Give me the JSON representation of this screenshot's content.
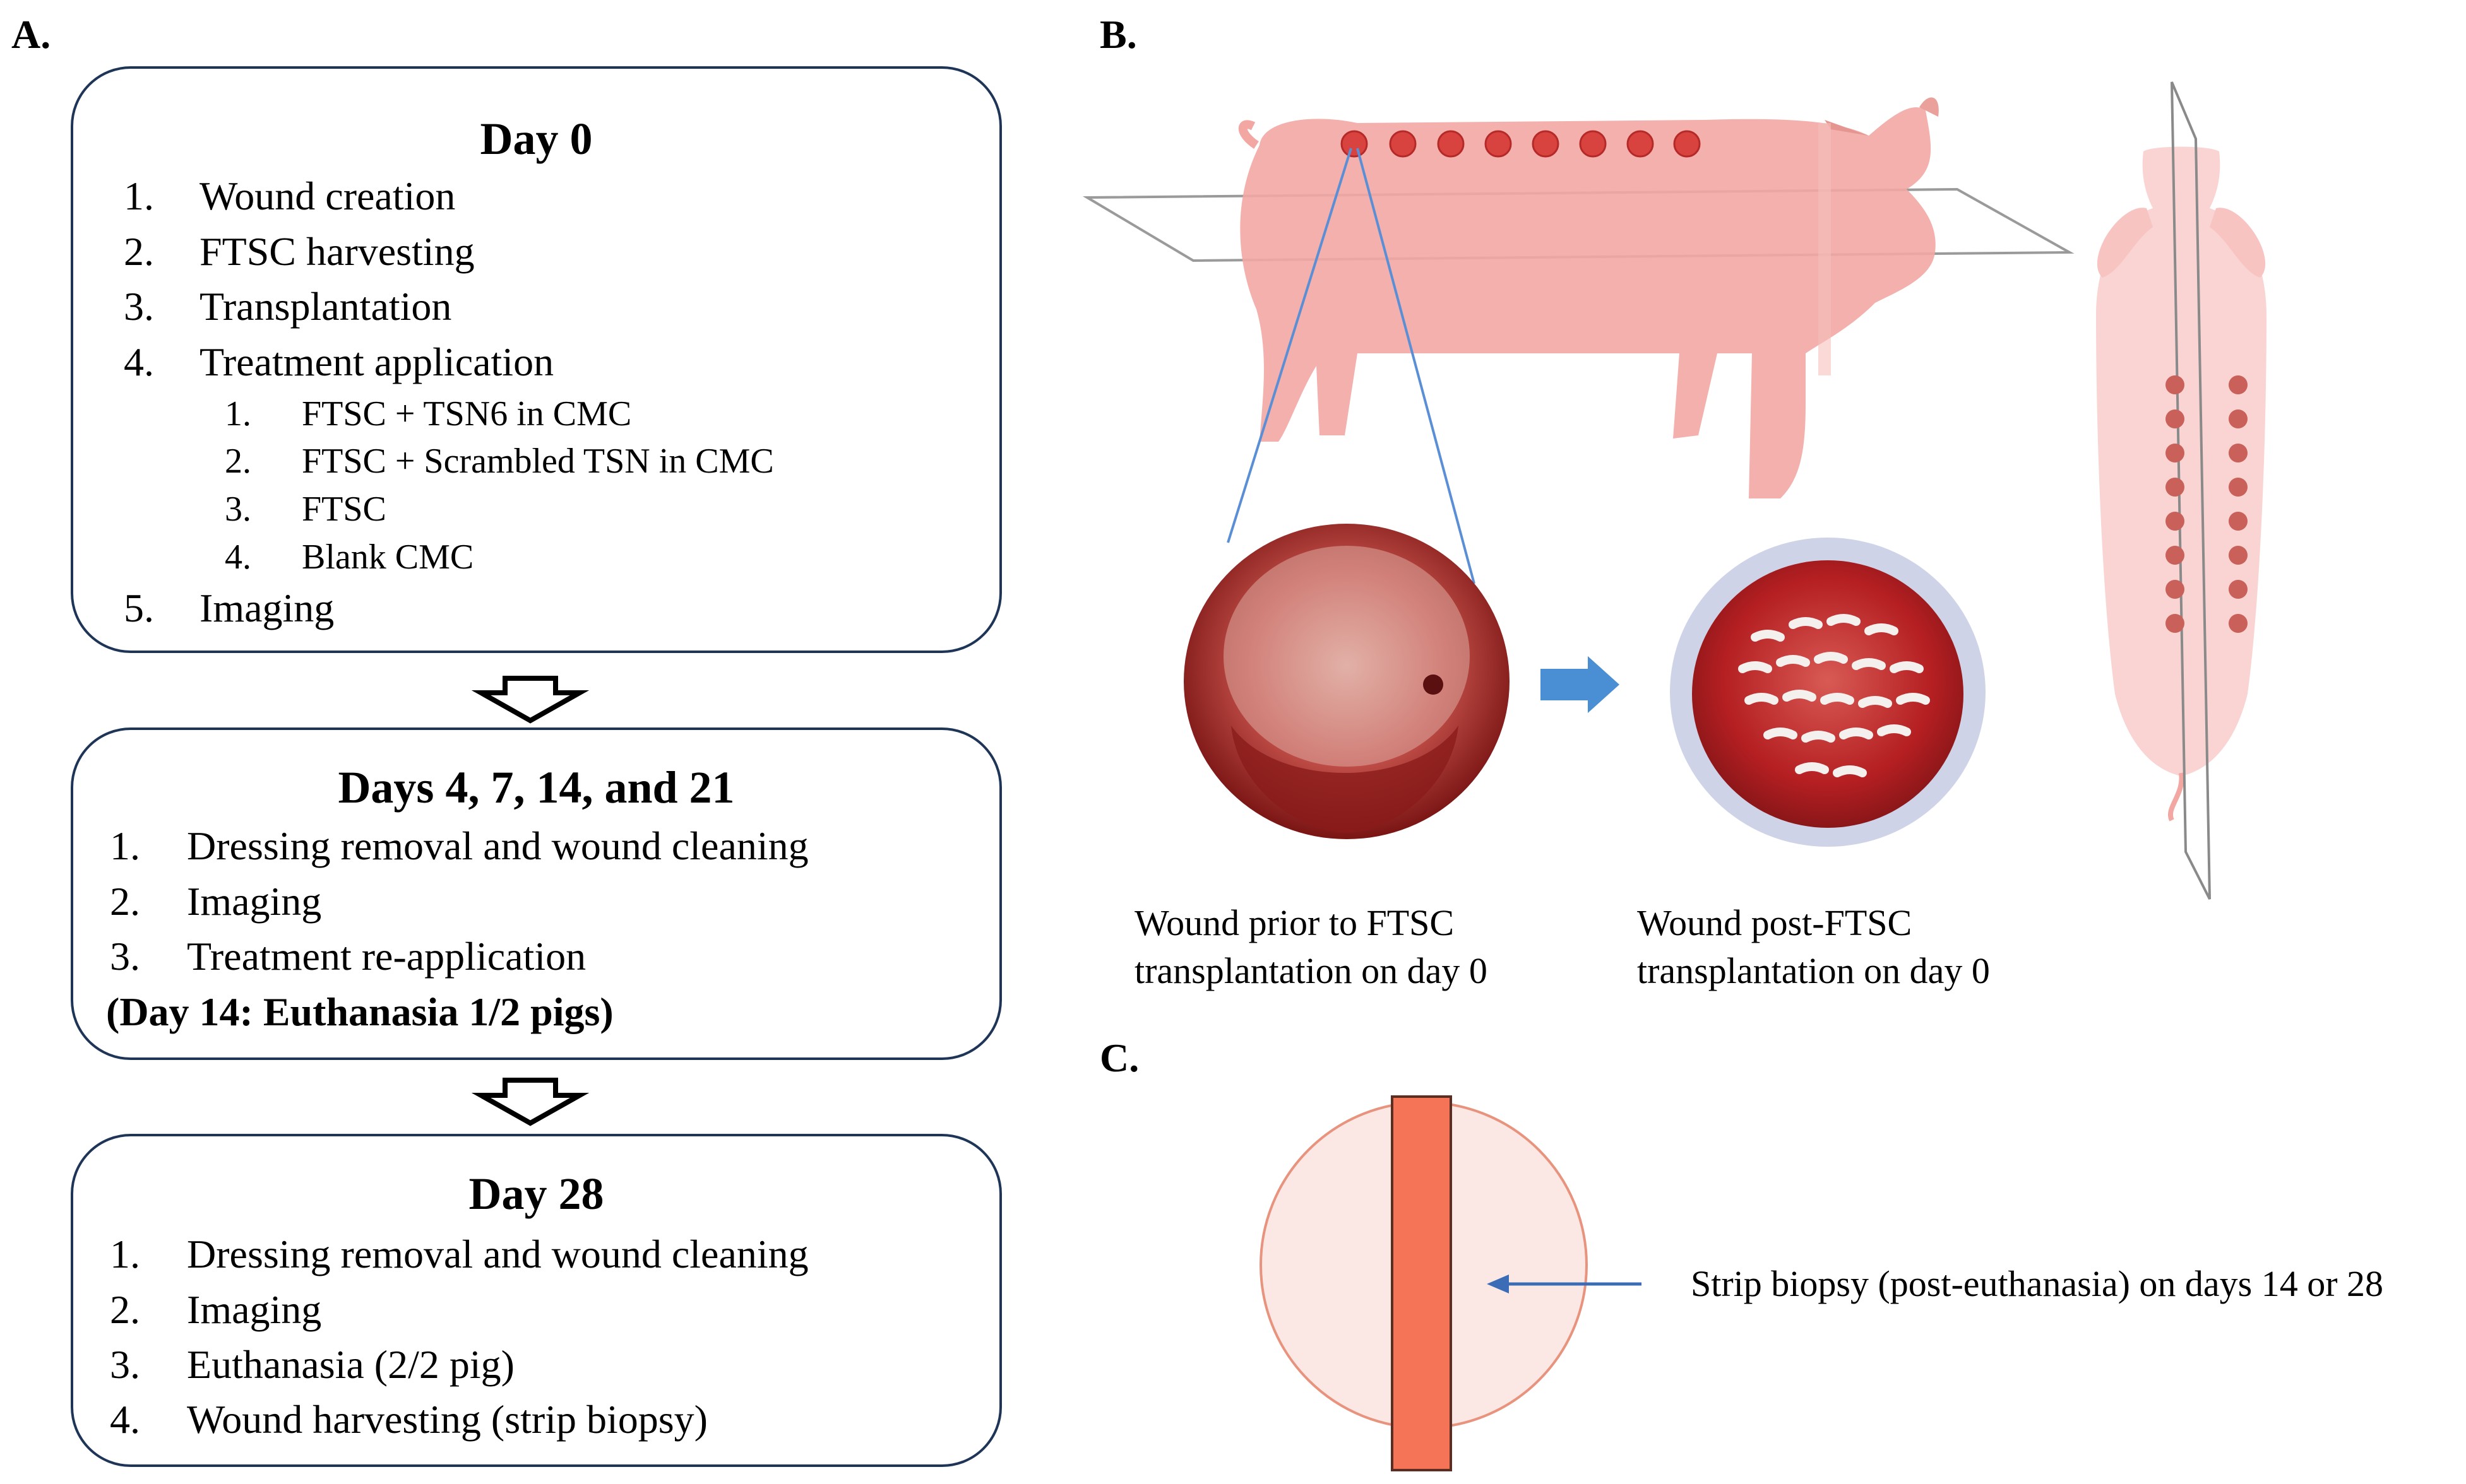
{
  "panels": {
    "a": "A.",
    "b": "B.",
    "c": "C."
  },
  "box1": {
    "title": "Day 0",
    "items": [
      {
        "num": "1.",
        "text": "Wound creation"
      },
      {
        "num": "2.",
        "text": "FTSC harvesting"
      },
      {
        "num": "3.",
        "text": "Transplantation"
      },
      {
        "num": "4.",
        "text": "Treatment application"
      }
    ],
    "subitems": [
      {
        "num": "1.",
        "text": "FTSC + TSN6 in CMC"
      },
      {
        "num": "2.",
        "text": "FTSC + Scrambled TSN in CMC"
      },
      {
        "num": "3.",
        "text": "FTSC"
      },
      {
        "num": "4.",
        "text": "Blank CMC"
      }
    ],
    "last": {
      "num": "5.",
      "text": "Imaging"
    }
  },
  "box2": {
    "title": "Days 4, 7, 14, and 21",
    "items": [
      {
        "num": "1.",
        "text": "Dressing removal and wound cleaning"
      },
      {
        "num": "2.",
        "text": "Imaging"
      },
      {
        "num": "3.",
        "text": "Treatment re-application"
      }
    ],
    "note": "(Day 14: Euthanasia 1/2 pigs)"
  },
  "box3": {
    "title": "Day 28",
    "items": [
      {
        "num": "1.",
        "text": "Dressing removal and wound cleaning"
      },
      {
        "num": "2.",
        "text": "Imaging"
      },
      {
        "num": "3.",
        "text": "Euthanasia (2/2 pig)"
      },
      {
        "num": "4.",
        "text": "Wound harvesting (strip biopsy)"
      }
    ]
  },
  "captions": {
    "pre": "Wound prior to FTSC\ntransplantation on day 0",
    "post": "Wound post-FTSC\ntransplantation on day 0",
    "biopsy": "Strip biopsy (post-euthanasia) on days 14 or 28"
  },
  "colors": {
    "box_border": "#1e3557",
    "pig_body": "#f2a7a3",
    "wound_dot": "#d9433f",
    "arrow_blue": "#4a8fd4",
    "strip": "#f57357",
    "circle_fill": "#fbe8e4"
  }
}
